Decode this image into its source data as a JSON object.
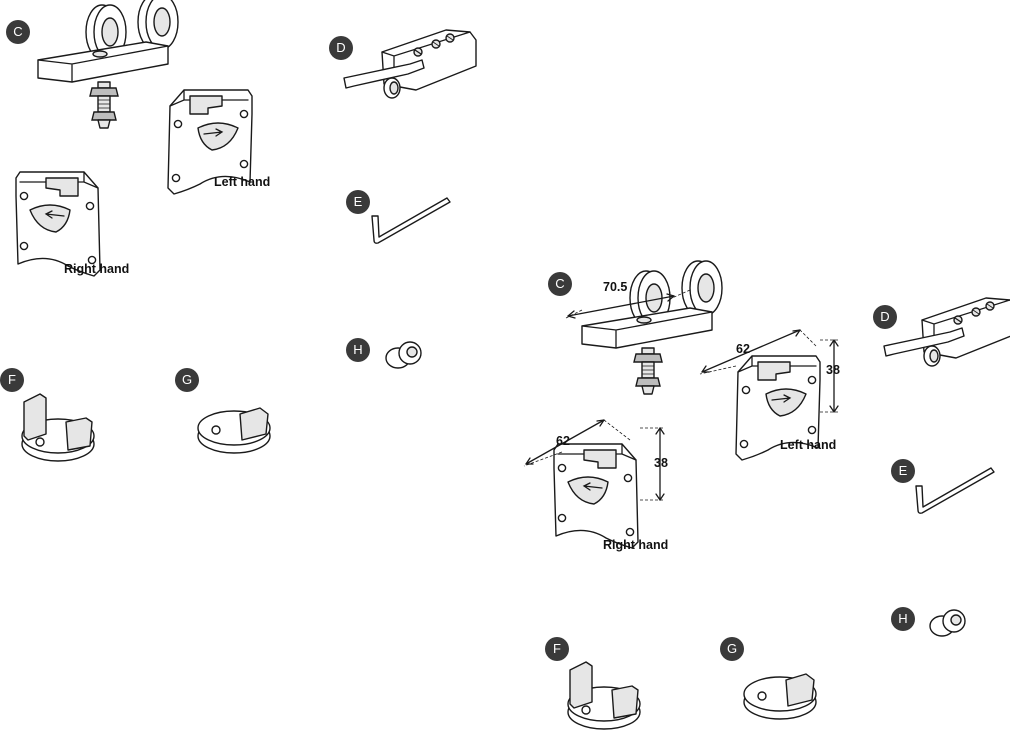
{
  "badges": {
    "c": "C",
    "d": "D",
    "e": "E",
    "f": "F",
    "g": "G",
    "h": "H"
  },
  "labels": {
    "left_hand": "Left hand",
    "right_hand": "Right hand"
  },
  "dimensions": {
    "carrier_width": "70.5",
    "bracket_width": "62",
    "bracket_height": "38"
  }
}
